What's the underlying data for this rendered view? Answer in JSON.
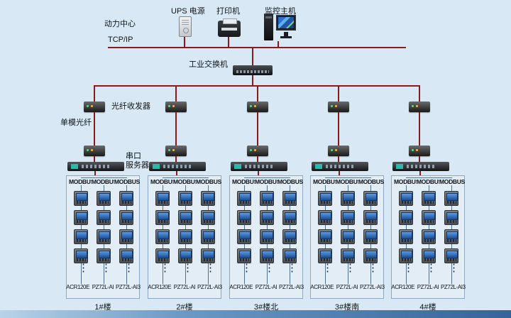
{
  "colors": {
    "background": "#d8e8f4",
    "line": "#8b1b1b",
    "box_fill": "#e2edf6",
    "box_border": "#8fa8bf",
    "screen_blue": "#2f6fb2",
    "footer_blue": "#35639b"
  },
  "header": {
    "site": "动力中心",
    "ups": "UPS 电源",
    "printer": "打印机",
    "host": "监控主机",
    "tcpip": "TCP/IP",
    "switch": "工业交换机"
  },
  "annotations": {
    "fiber_transceiver": "光纤收发器",
    "single_mode_fiber": "单模光纤",
    "serial_server_line1": "串口",
    "serial_server_line2": "服务器"
  },
  "groups": [
    {
      "name": "1#楼",
      "columns": [
        {
          "bus": "MODBUS",
          "model": "ACR120E"
        },
        {
          "bus": "MODBUS",
          "model": "PZ72L-AI"
        },
        {
          "bus": "MODBUS",
          "model": "PZ72L-AI3"
        }
      ]
    },
    {
      "name": "2#楼",
      "columns": [
        {
          "bus": "MODBUS",
          "model": "ACR120E"
        },
        {
          "bus": "MODBUS",
          "model": "PZ72L-AI"
        },
        {
          "bus": "MODBUS",
          "model": "PZ72L-AI3"
        }
      ]
    },
    {
      "name": "3#楼北",
      "columns": [
        {
          "bus": "MODBUS",
          "model": "ACR120E"
        },
        {
          "bus": "MODBUS",
          "model": "PZ72L-AI"
        },
        {
          "bus": "MODBUS",
          "model": "PZ72L-AI3"
        }
      ]
    },
    {
      "name": "3#楼南",
      "columns": [
        {
          "bus": "MODBUS",
          "model": "ACR120E"
        },
        {
          "bus": "MODBUS",
          "model": "PZ72L-AI"
        },
        {
          "bus": "MODBUS",
          "model": "PZ72L-AI3"
        }
      ]
    },
    {
      "name": "4#楼",
      "columns": [
        {
          "bus": "MODBUS",
          "model": "ACR120E"
        },
        {
          "bus": "MODBUS",
          "model": "PZ72L-AI"
        },
        {
          "bus": "MODBUS",
          "model": "PZ72L-AI3"
        }
      ]
    }
  ]
}
